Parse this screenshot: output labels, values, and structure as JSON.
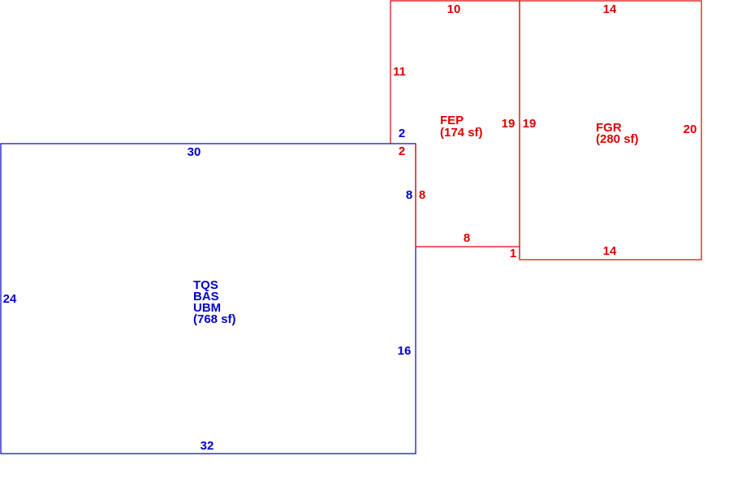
{
  "colors": {
    "main_structure": "#0000cc",
    "addition": "#dd0000",
    "background": "#ffffff"
  },
  "areas": {
    "main": {
      "codes": [
        "TQS",
        "BAS",
        "UBM"
      ],
      "area_text": "(768 sf)"
    },
    "fep": {
      "code": "FEP",
      "area_text": "(174 sf)"
    },
    "fgr": {
      "code": "FGR",
      "area_text": "(280 sf)"
    }
  },
  "dimensions": {
    "main": {
      "top": "30",
      "left": "24",
      "bottom": "32",
      "right_upper": "8",
      "right_lower": "16",
      "notch": "2"
    },
    "fep": {
      "top": "10",
      "left": "11",
      "right": "19",
      "step": "2",
      "side": "8",
      "bottom": "8",
      "bottom_step": "1"
    },
    "fgr": {
      "top": "14",
      "left": "19",
      "right": "20",
      "bottom": "14"
    }
  }
}
